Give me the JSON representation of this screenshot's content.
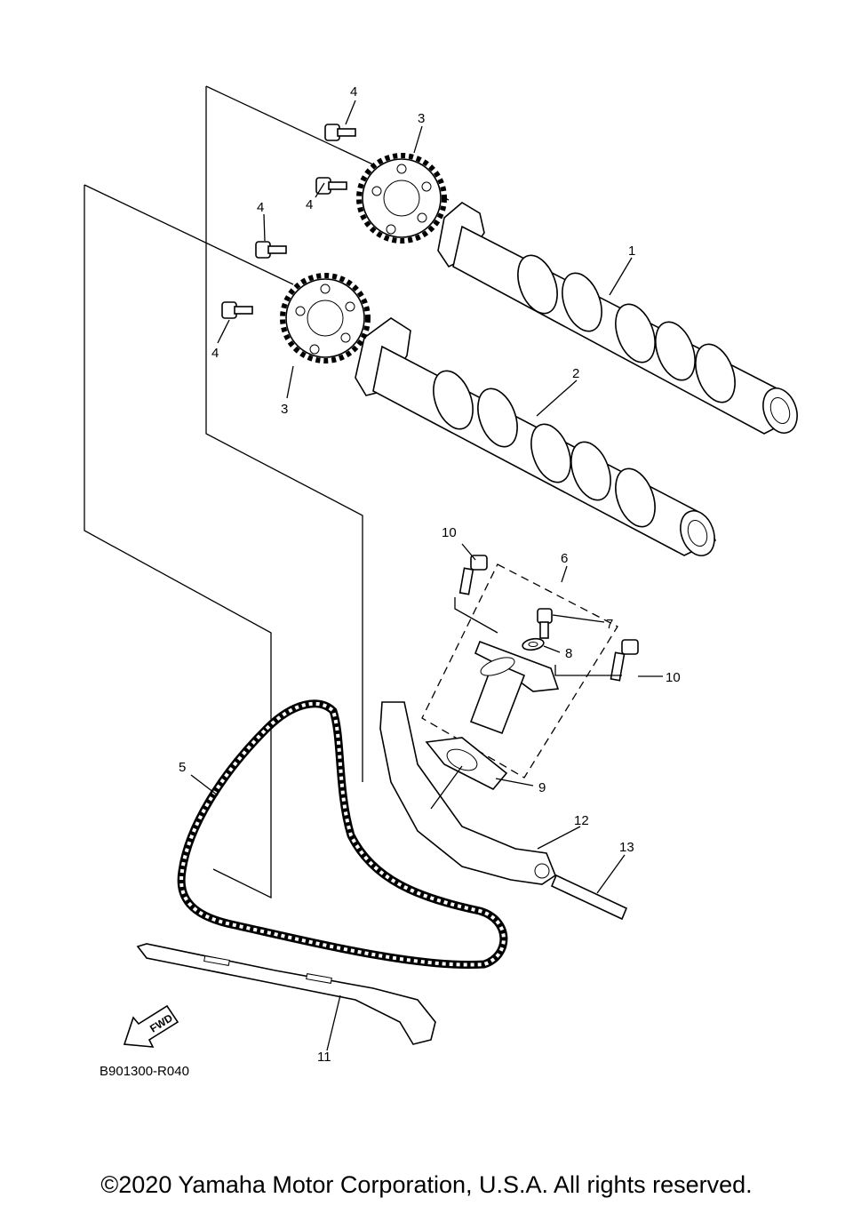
{
  "reference_code": "B901300-R040",
  "copyright": "©2020 Yamaha Motor Corporation, U.S.A. All rights reserved.",
  "fwd_label": "FWD",
  "callouts": [
    {
      "id": "c1",
      "label": "1"
    },
    {
      "id": "c2",
      "label": "2"
    },
    {
      "id": "c3a",
      "label": "3"
    },
    {
      "id": "c3b",
      "label": "3"
    },
    {
      "id": "c4a",
      "label": "4"
    },
    {
      "id": "c4b",
      "label": "4"
    },
    {
      "id": "c4c",
      "label": "4"
    },
    {
      "id": "c4d",
      "label": "4"
    },
    {
      "id": "c5",
      "label": "5"
    },
    {
      "id": "c6",
      "label": "6"
    },
    {
      "id": "c7",
      "label": "7"
    },
    {
      "id": "c8",
      "label": "8"
    },
    {
      "id": "c9",
      "label": "9"
    },
    {
      "id": "c10a",
      "label": "10"
    },
    {
      "id": "c10b",
      "label": "10"
    },
    {
      "id": "c11",
      "label": "11"
    },
    {
      "id": "c12",
      "label": "12"
    },
    {
      "id": "c13",
      "label": "13"
    }
  ]
}
